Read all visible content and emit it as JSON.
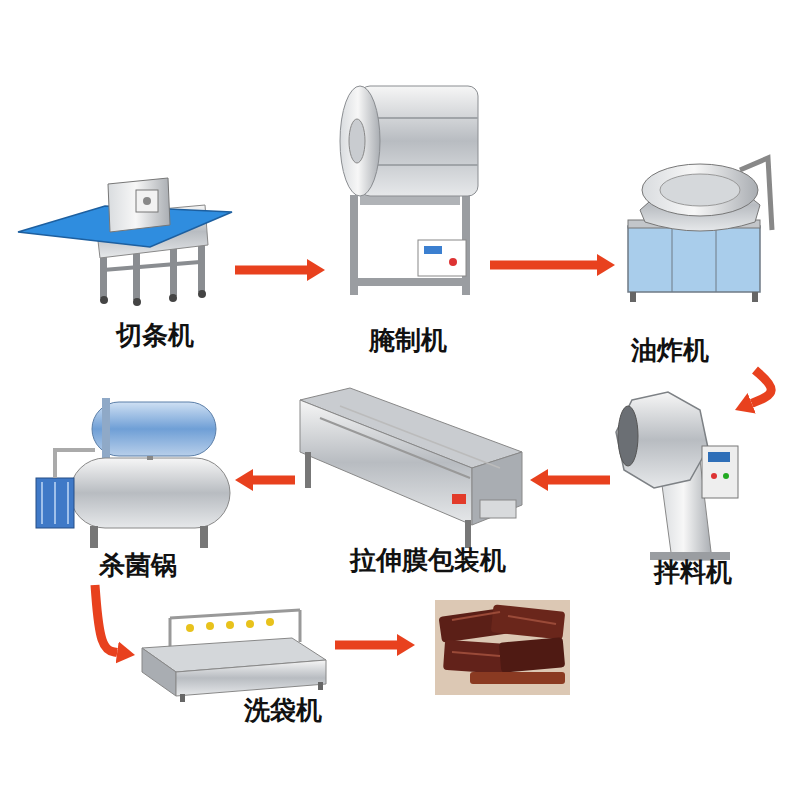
{
  "diagram": {
    "nodes": [
      {
        "text": [
          "切条机"
        ]
      },
      {
        "text": [
          "腌制机"
        ]
      },
      {
        "text": [
          "油炸机"
        ]
      },
      {
        "text": [
          "拌料机"
        ]
      },
      {
        "text": [
          "拉伸膜包装机"
        ]
      },
      {
        "text": [
          "杀菌锅"
        ]
      },
      {
        "text": [
          "洗袋机"
        ]
      }
    ],
    "edges": [
      {
        "from": 0,
        "to": 1,
        "arrow": "to"
      },
      {
        "from": 1,
        "to": 2,
        "arrow": "to"
      },
      {
        "from": 2,
        "to": 3,
        "arrow": "to"
      },
      {
        "from": 3,
        "to": 4,
        "arrow": "to"
      },
      {
        "from": 4,
        "to": 5,
        "arrow": "to"
      },
      {
        "from": 5,
        "to": 6,
        "arrow": "to"
      }
    ]
  }
}
